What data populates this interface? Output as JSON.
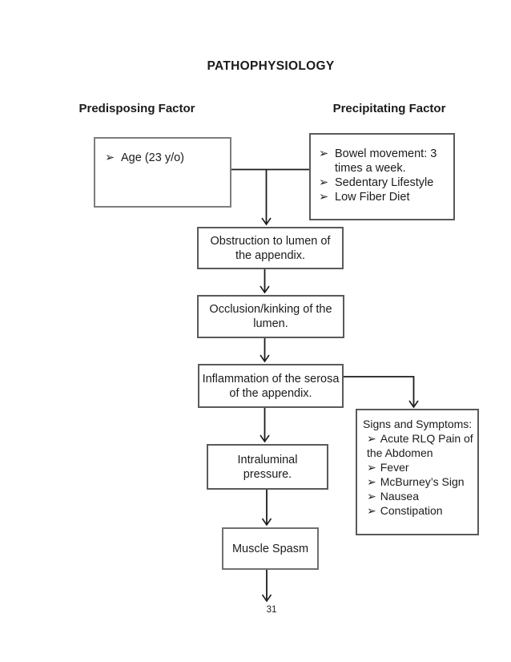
{
  "title": "PATHOPHYSIOLOGY",
  "headers": {
    "left": "Predisposing Factor",
    "right": "Precipitating Factor"
  },
  "glyphs": {
    "bullet": "➢"
  },
  "flowchart": {
    "predisposing": {
      "items": [
        "Age (23 y/o)"
      ]
    },
    "precipitating": {
      "items": [
        "Bowel movement: 3 times a week.",
        "Sedentary Lifestyle",
        "Low Fiber Diet"
      ]
    },
    "obstruction": "Obstruction to lumen of the appendix.",
    "occlusion": "Occlusion/kinking of the lumen.",
    "inflammation": "Inflammation of the serosa of the appendix.",
    "intraluminal": "Intraluminal pressure.",
    "muscle_spasm": "Muscle Spasm",
    "signs": {
      "title": "Signs and Symptoms:",
      "items": [
        "Acute RLQ Pain of the Abdomen",
        "Fever",
        "McBurney’s Sign",
        "Nausea",
        "Constipation"
      ]
    }
  },
  "footer": {
    "page_number": "31"
  },
  "colors": {
    "background": "#ffffff",
    "text": "#1b1b1b",
    "box-border": "#5a5a5a",
    "line": "#1b1b1b"
  }
}
